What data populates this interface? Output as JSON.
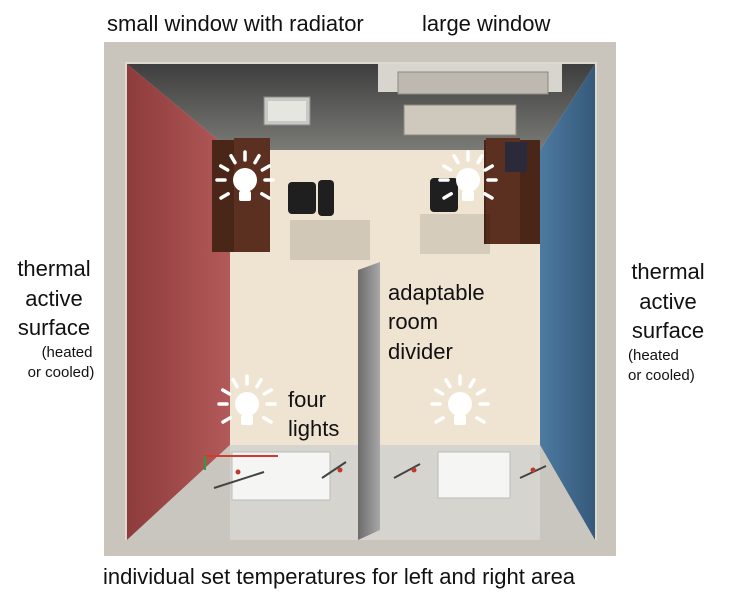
{
  "labels": {
    "top_left": "small window with radiator",
    "top_right": "large window",
    "left_side": {
      "line1": "thermal",
      "line2": "active",
      "line3": "surface",
      "line4": "(heated",
      "line5": "or cooled)"
    },
    "right_side": {
      "line1": "thermal",
      "line2": "active",
      "line3": "surface",
      "line4": "(heated",
      "line5": "or cooled)"
    },
    "divider": {
      "line1": "adaptable",
      "line2": "room",
      "line3": "divider"
    },
    "lights": {
      "line1": "four",
      "line2": "lights"
    },
    "bottom": "individual set temperatures for left and right area"
  },
  "colors": {
    "left_wall": "#a94a4a",
    "right_wall": "#3f6a8e",
    "floor": "#efe4d2",
    "back_wall": "#5a5a5a",
    "frame": "#c8c3bb",
    "desk": "#4a2618"
  }
}
